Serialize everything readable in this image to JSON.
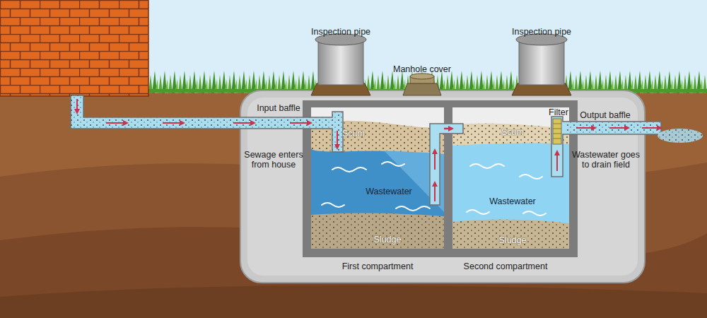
{
  "diagram": {
    "nodes": [
      {
        "text": [
          "First compartment"
        ]
      },
      {
        "text": [
          "Scum"
        ],
        "in": 0
      },
      {
        "text": [
          "Wastewater"
        ],
        "in": 0
      },
      {
        "text": [
          "Sludge"
        ],
        "in": 0
      },
      {
        "text": [
          "Second compartment"
        ]
      },
      {
        "text": [
          "Scum"
        ],
        "in": 4
      },
      {
        "text": [
          "Wastewater"
        ],
        "in": 4
      },
      {
        "text": [
          "Sludge"
        ],
        "in": 4
      }
    ],
    "edges": [
      {
        "from": 0,
        "to": 4,
        "arrow": "to"
      }
    ],
    "labels": [
      "Inspection pipe",
      "Manhole cover",
      "Inspection pipe",
      "Input baffle",
      "Filter",
      "Output baffle",
      "Sewage enters from house",
      "Wastewater goes to drain field"
    ]
  }
}
